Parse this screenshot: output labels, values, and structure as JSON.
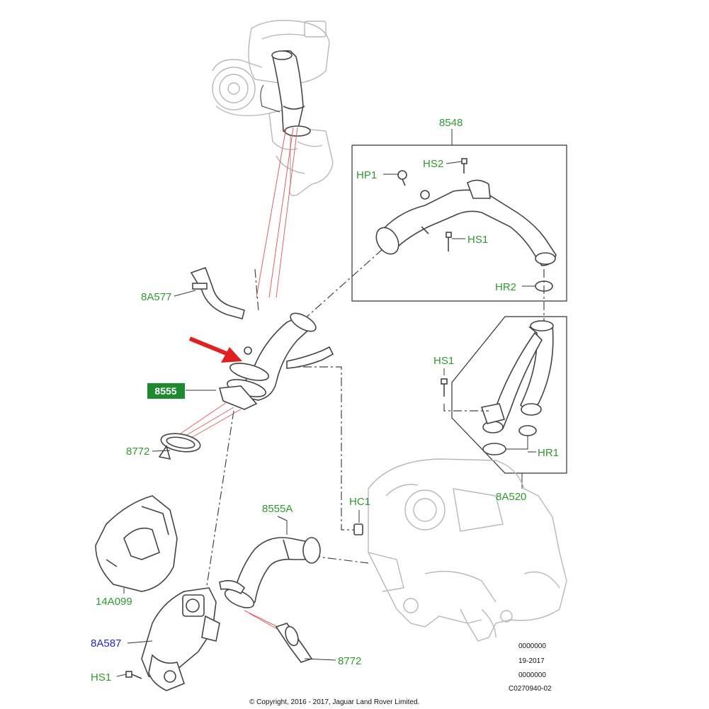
{
  "labels": {
    "p8548": "8548",
    "hs2": "HS2",
    "hp1": "HP1",
    "hs1_top": "HS1",
    "hr2": "HR2",
    "p8a577": "8A577",
    "hs1_right": "HS1",
    "hr1": "HR1",
    "p8a520": "8A520",
    "p8772_upper": "8772",
    "hc1": "HC1",
    "p8555a": "8555A",
    "p14a099": "14A099",
    "p8a587": "8A587",
    "hs1_bottom": "HS1",
    "p8772_lower": "8772"
  },
  "highlight_label": {
    "text": "8555",
    "color": "#1e8a2e"
  },
  "arrow": {
    "color": "#e02020",
    "target": "highlighted-hose-8555"
  },
  "label_color": "#2e9a2e",
  "blue_label_color": "#2424c8",
  "footer": {
    "code_lines": [
      "0000000",
      "19-2017",
      "0000000",
      "C0270940-02"
    ],
    "copyright": "© Copyright, 2016 - 2017, Jaguar Land Rover Limited."
  }
}
